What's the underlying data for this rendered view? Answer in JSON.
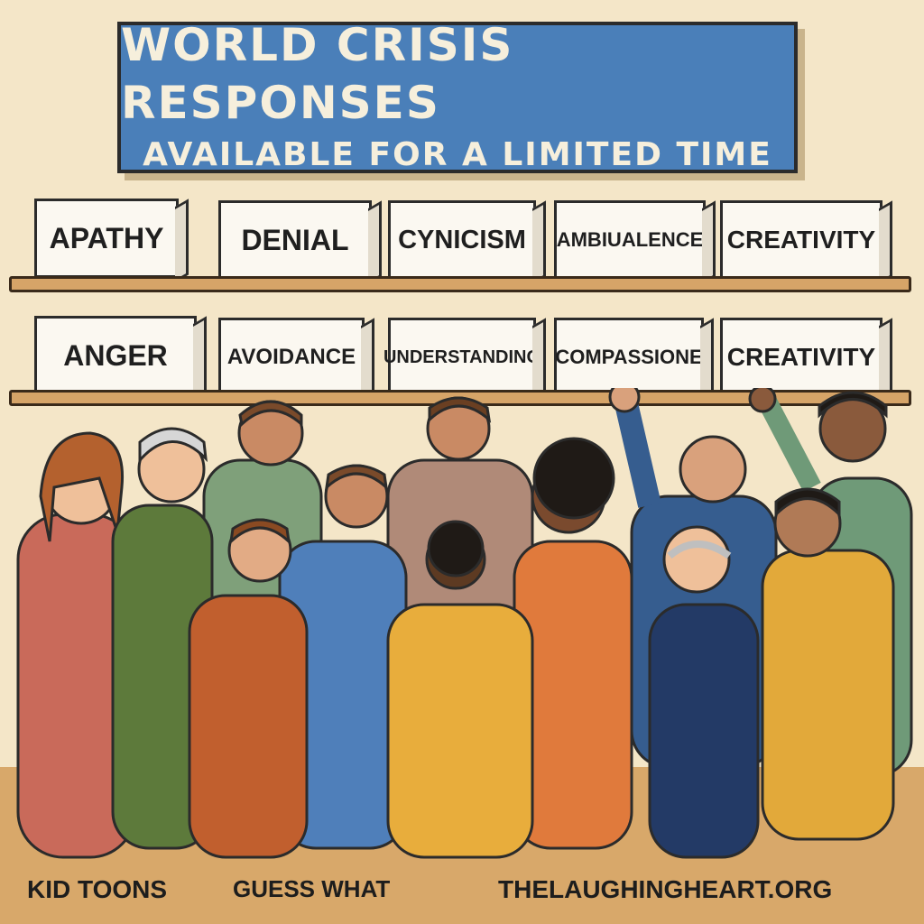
{
  "sign": {
    "title": "WORLD CRISIS RESPONSES",
    "subtitle": "AVAILABLE FOR A LIMITED TIME"
  },
  "shelves": {
    "top": [
      "APATHY",
      "DENIAL",
      "CYNICISM",
      "AMBIUALENCE",
      "CREATIVITY"
    ],
    "bottom": [
      "ANGER",
      "AVOIDANCE",
      "UNDERSTANDING",
      "COMPASSIONE",
      "CREATIVITY"
    ]
  },
  "credits": {
    "left": "KID TOONS",
    "middle": "GUESS WHAT",
    "right": "THELAUGHINGHEART.ORG"
  },
  "colors": {
    "sign_bg": "#4a7fb9",
    "wall": "#f4e6c8",
    "shelf": "#d6a468",
    "floor": "#d8a86a"
  }
}
